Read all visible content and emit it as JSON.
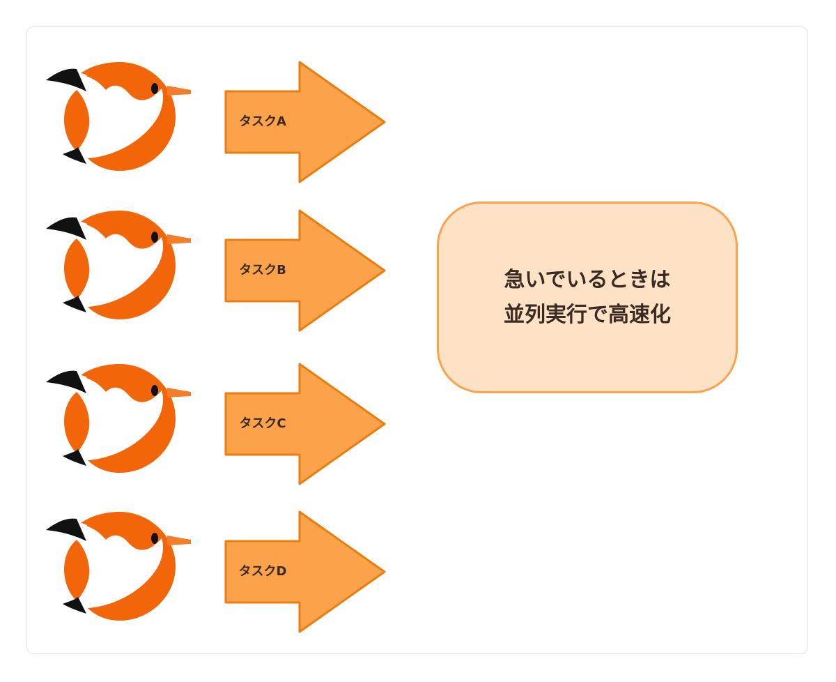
{
  "diagram": {
    "tasks": [
      {
        "label": "タスクA",
        "icon": "bird-icon"
      },
      {
        "label": "タスクB",
        "icon": "bird-icon"
      },
      {
        "label": "タスクC",
        "icon": "bird-icon"
      },
      {
        "label": "タスクD",
        "icon": "bird-icon"
      }
    ],
    "callout": {
      "lines": [
        "急いでいるときは",
        "並列実行で高速化"
      ]
    },
    "colors": {
      "bird_orange": "#f26509",
      "bird_beak": "#f37d2b",
      "bird_black": "#111111",
      "arrow_fill": "#fca24a",
      "arrow_stroke": "#e87e10",
      "callout_fill": "#fee2c6",
      "callout_stroke": "#fca24a",
      "text": "#3a2a22"
    }
  }
}
